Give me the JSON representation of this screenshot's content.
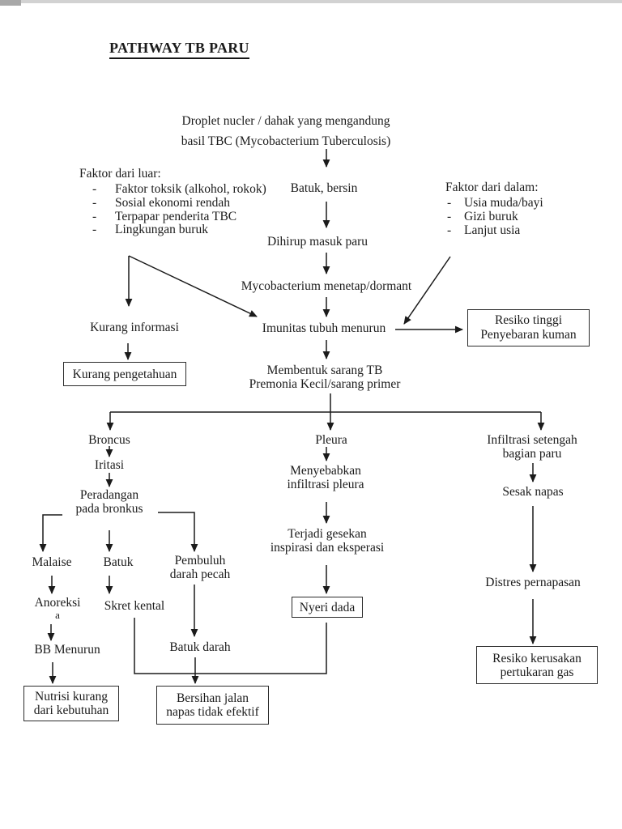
{
  "page": {
    "title": "PATHWAY TB PARU"
  },
  "factors_external": {
    "header": "Faktor dari luar:",
    "bullet": "-",
    "items": [
      "Faktor toksik (alkohol, rokok)",
      "Sosial ekonomi rendah",
      "Terpapar penderita TBC",
      "Lingkungan buruk"
    ]
  },
  "factors_internal": {
    "header": "Faktor dari dalam:",
    "bullet": "-",
    "items": [
      "Usia muda/bayi",
      "Gizi buruk",
      "Lanjut usia"
    ]
  },
  "flow": {
    "droplet": {
      "line1": "Droplet nucler / dahak yang mengandung",
      "line2": "basil TBC (Mycobacterium Tuberculosis)"
    },
    "batuk_bersin": "Batuk, bersin",
    "dihirup": "Dihirup masuk paru",
    "mycobacterium": "Mycobacterium menetap/dormant",
    "imunitas": "Imunitas tubuh menurun",
    "kurang_informasi": "Kurang informasi",
    "kurang_pengetahuan": "Kurang pengetahuan",
    "resiko_tinggi": {
      "line1": "Resiko tinggi",
      "line2": "Penyebaran kuman"
    },
    "membentuk": {
      "line1": "Membentuk sarang TB",
      "line2": "Premonia Kecil/sarang primer"
    },
    "broncus": "Broncus",
    "pleura": "Pleura",
    "infiltrasi": {
      "line1": "Infiltrasi setengah",
      "line2": "bagian paru"
    },
    "iritasi": "Iritasi",
    "peradangan": {
      "line1": "Peradangan",
      "line2": "pada bronkus"
    },
    "malaise": "Malaise",
    "batuk": "Batuk",
    "pembuluh": {
      "line1": "Pembuluh",
      "line2": "darah pecah"
    },
    "anoreksi": {
      "line1": "Anoreksi",
      "line2": "a"
    },
    "skret": "Skret kental",
    "batuk_darah": "Batuk darah",
    "bb_menurun": "BB Menurun",
    "menyebabkan": {
      "line1": "Menyebabkan",
      "line2": "infiltrasi pleura"
    },
    "terjadi": {
      "line1": "Terjadi gesekan",
      "line2": "inspirasi dan eksperasi"
    },
    "nyeri_dada": "Nyeri dada",
    "sesak": "Sesak napas",
    "distres": "Distres pernapasan",
    "nutrisi": {
      "line1": "Nutrisi kurang",
      "line2": "dari kebutuhan"
    },
    "bersihan": {
      "line1": "Bersihan jalan",
      "line2": "napas tidak efektif"
    },
    "resiko_kerusakan": {
      "line1": "Resiko kerusakan",
      "line2": "pertukaran gas"
    }
  },
  "colors": {
    "ink": "#1b1b1b",
    "page_bg": "#ffffff"
  }
}
